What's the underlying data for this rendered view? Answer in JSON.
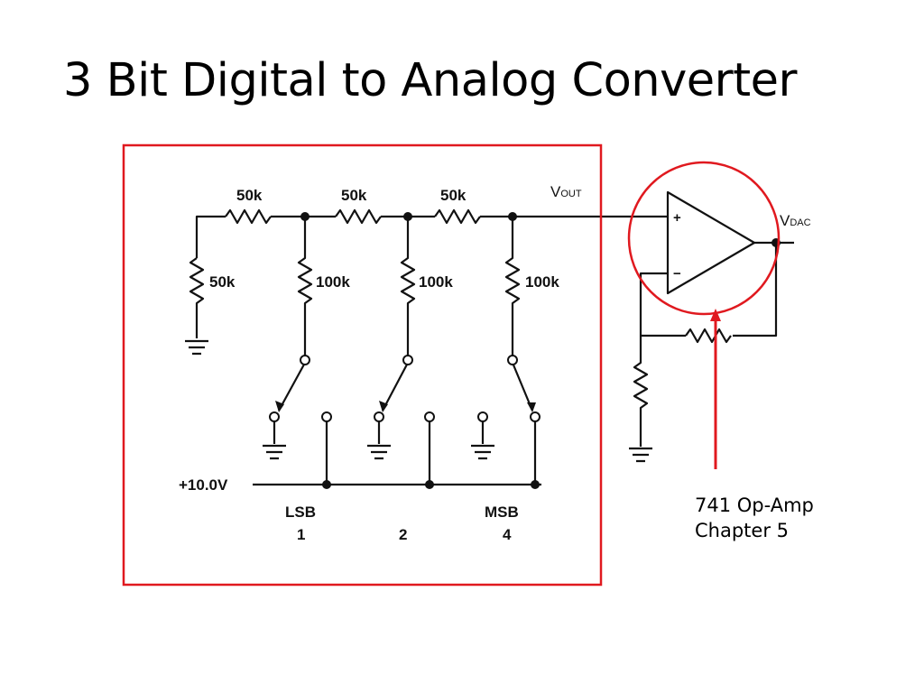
{
  "title": "3 Bit Digital to Analog Converter",
  "annotation": {
    "line1": "741 Op-Amp",
    "line2": "Chapter 5"
  },
  "circuit": {
    "series_resistors": [
      "50k",
      "50k",
      "50k"
    ],
    "shunt_resistor": "50k",
    "branch_resistors": [
      "100k",
      "100k",
      "100k"
    ],
    "vout_label": {
      "main": "V",
      "sub": "OUT"
    },
    "vdac_label": {
      "main": "V",
      "sub": "DAC"
    },
    "opamp_plus": "+",
    "opamp_minus": "−",
    "supply_label": "+10.0V",
    "lsb_label": "LSB",
    "msb_label": "MSB",
    "bit_weights": [
      "1",
      "2",
      "4"
    ]
  },
  "colors": {
    "highlight": "#e0191f",
    "wire": "#111111"
  }
}
